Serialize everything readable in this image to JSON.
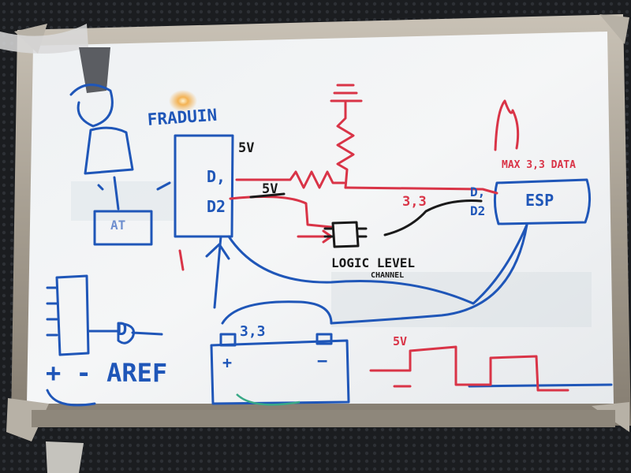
{
  "colors": {
    "board": "#f1f3f4",
    "frame": "#a9a296",
    "marker_blue": "#1f56b8",
    "marker_red": "#d93447",
    "marker_black": "#1a1a1a"
  },
  "labels": {
    "arduino": "FRADUIN",
    "five_v_top": "5V",
    "d1_left": "D,",
    "d2_left": "D2",
    "five_v_wire": "5V",
    "three_three_wire": "3,3",
    "max_data": "MAX 3,3 DATA",
    "esp": "ESP",
    "d1_right": "D,",
    "d2_right": "D2",
    "logic_level_1": "LOGIC LEVEL",
    "logic_level_2": "CHANNEL",
    "at_box": "AT",
    "battery_voltage": "3,3",
    "plus": "+",
    "minus": "−",
    "aref": "+ - AREF",
    "d_pin": "D",
    "square_wave_5v": "5V"
  }
}
